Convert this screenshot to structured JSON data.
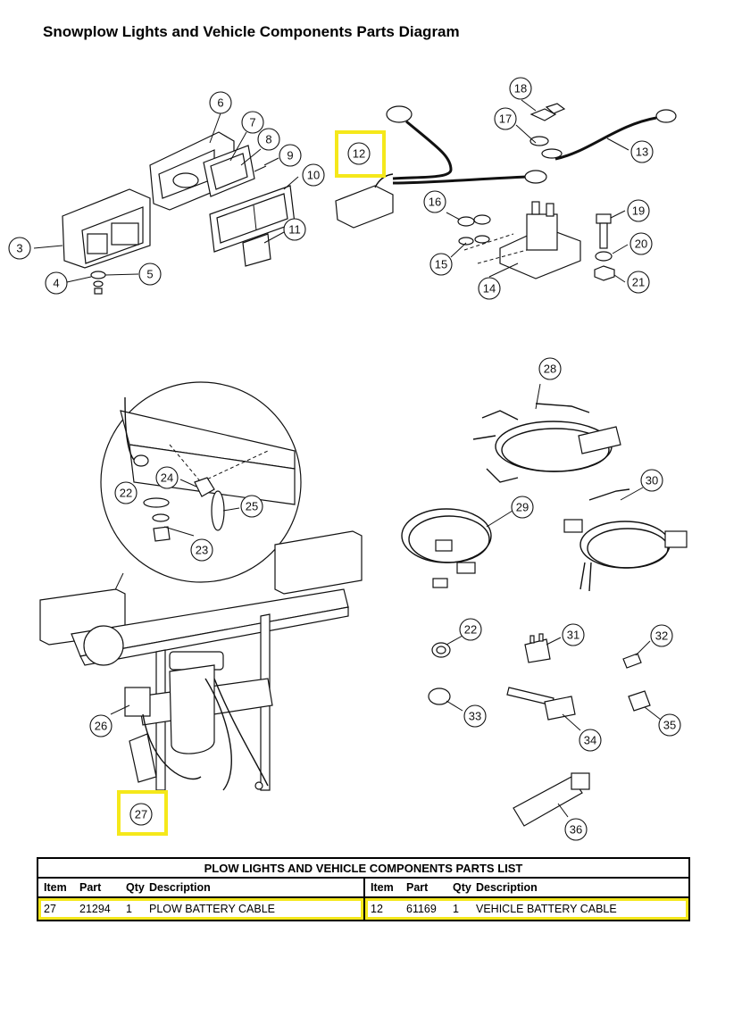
{
  "title": "Snowplow Lights and Vehicle Components Parts Diagram",
  "callouts": [
    "3",
    "4",
    "5",
    "6",
    "7",
    "8",
    "9",
    "10",
    "11",
    "12",
    "13",
    "14",
    "15",
    "16",
    "17",
    "18",
    "19",
    "20",
    "21",
    "22",
    "23",
    "24",
    "25",
    "26",
    "27",
    "28",
    "29",
    "30",
    "22",
    "31",
    "32",
    "33",
    "34",
    "35",
    "36"
  ],
  "highlighted_callouts": [
    "12",
    "27"
  ],
  "highlight_color": "#f5e81a",
  "parts_list": {
    "title": "PLOW LIGHTS AND VEHICLE COMPONENTS PARTS LIST",
    "headers": [
      "Item",
      "Part",
      "Qty",
      "Description"
    ],
    "left_rows": [
      {
        "item": "27",
        "part": "21294",
        "qty": "1",
        "description": "PLOW BATTERY CABLE"
      }
    ],
    "right_rows": [
      {
        "item": "12",
        "part": "61169",
        "qty": "1",
        "description": "VEHICLE BATTERY CABLE"
      }
    ]
  }
}
